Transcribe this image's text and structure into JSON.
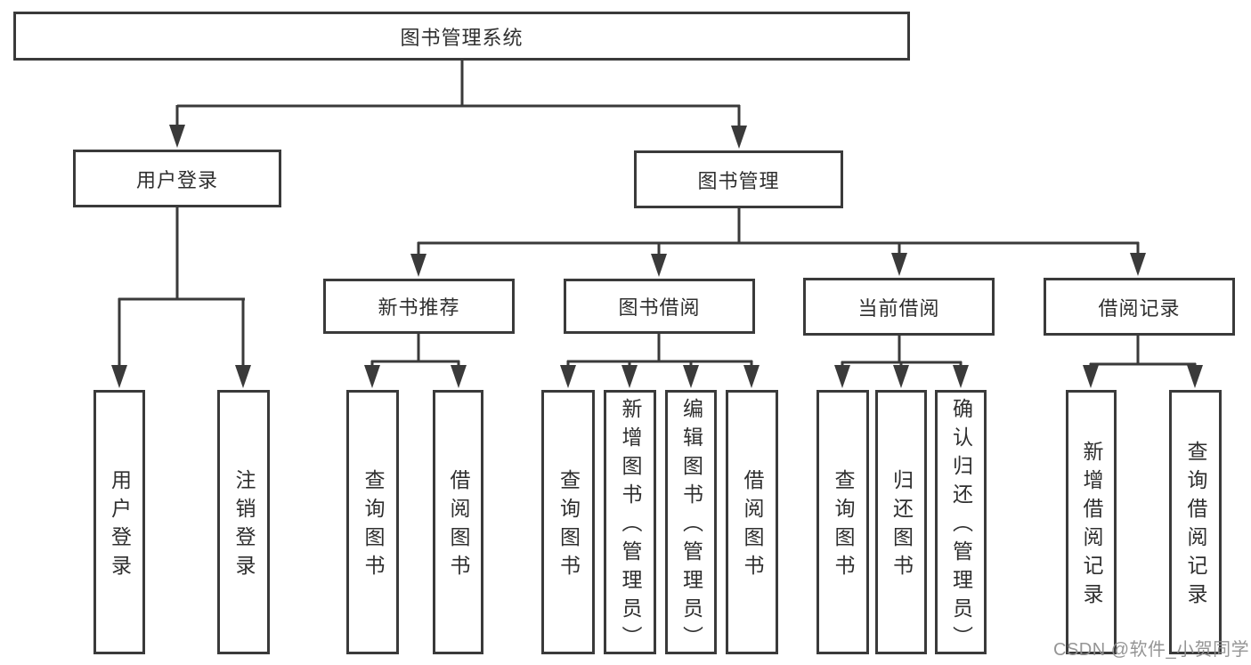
{
  "diagram": {
    "title": "图书管理系统",
    "level2": [
      {
        "label": "用户登录"
      },
      {
        "label": "图书管理"
      }
    ],
    "level3": [
      {
        "label": "新书推荐"
      },
      {
        "label": "图书借阅"
      },
      {
        "label": "当前借阅"
      },
      {
        "label": "借阅记录"
      }
    ],
    "leaves": {
      "user_login": [
        {
          "label": "用户登录"
        },
        {
          "label": "注销登录"
        }
      ],
      "new_book_recommend": [
        {
          "label": "查询图书"
        },
        {
          "label": "借阅图书"
        }
      ],
      "book_borrow": [
        {
          "label": "查询图书"
        },
        {
          "label": "新增图书（管理员）"
        },
        {
          "label": "编辑图书（管理员）"
        },
        {
          "label": "借阅图书"
        }
      ],
      "current_borrow": [
        {
          "label": "查询图书"
        },
        {
          "label": "归还图书"
        },
        {
          "label": "确认归还（管理员）"
        }
      ],
      "borrow_records": [
        {
          "label": "新增借阅记录"
        },
        {
          "label": "查询借阅记录"
        }
      ]
    },
    "watermark": "CSDN @软件_小贺同学",
    "colors": {
      "background": "#ffffff",
      "border": "#3a3a3a",
      "line": "#3a3a3a",
      "text": "#2f2f2f",
      "watermark": "#8f8f8f"
    }
  }
}
